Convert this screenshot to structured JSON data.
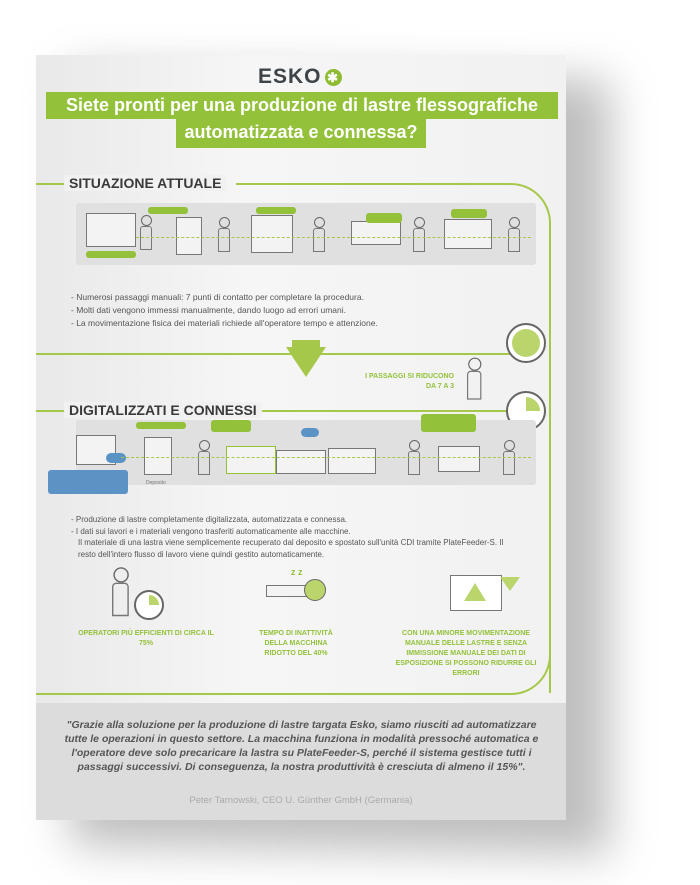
{
  "logo": "ESKO",
  "title_line1": "Siete pronti per una produzione di lastre flessografiche",
  "title_line2": "automatizzata e connessa?",
  "section1": {
    "heading": "SITUAZIONE ATTUALE",
    "bullets": [
      "Numerosi passaggi manuali: 7 punti di contatto per completare la procedura.",
      "Molti dati vengono immessi manualmente, dando luogo ad errori umani.",
      "La movimentazione fisica dei materiali richiede all'operatore tempo e attenzione."
    ]
  },
  "steps_note": {
    "line1": "I PASSAGGI SI RIDUCONO",
    "line2": "DA 7 A 3"
  },
  "section2": {
    "heading": "DIGITALIZZATI E CONNESSI",
    "bullets": [
      "Produzione di lastre completamente digitalizzata, automatizzata e connessa.",
      "I dati sui lavori e i materiali vengono trasferiti automaticamente alle macchine.",
      "Il materiale di una lastra viene semplicemente recuperato dal deposito e spostato sull'unità CDI tramite PlateFeeder-S. Il resto dell'intero flusso di lavoro viene quindi gestito automaticamente."
    ],
    "label_deposito": "Deposito"
  },
  "benefits": [
    {
      "icon": "operator-stopwatch-icon",
      "text": "OPERATORI PIÙ EFFICIENTI DI CIRCA IL 75%"
    },
    {
      "icon": "sleeping-machine-icon",
      "text": "TEMPO DI INATTIVITÀ DELLA MACCHINA RIDOTTO DEL 40%"
    },
    {
      "icon": "monitor-warning-icon",
      "text": "CON UNA MINORE MOVIMENTAZIONE MANUALE DELLE LASTRE E SENZA IMMISSIONE MANUALE DEI DATI DI ESPOSIZIONE SI POSSONO RIDURRE GLI ERRORI"
    }
  ],
  "quote": {
    "text": "\"Grazie alla soluzione per la produzione di lastre targata Esko, siamo riusciti ad automatizzare tutte le operazioni in questo settore. La macchina funziona in modalità pressoché automatica e l'operatore deve solo precaricare la lastra su PlateFeeder-S, perché il sistema gestisce tutti i passaggi successivi. Di conseguenza, la nostra produttività è cresciuta di almeno il 15%\".",
    "attribution": "Peter Tarnowski, CEO U. Günther GmbH (Germania)"
  },
  "colors": {
    "accent": "#93c13a",
    "text": "#444444"
  }
}
